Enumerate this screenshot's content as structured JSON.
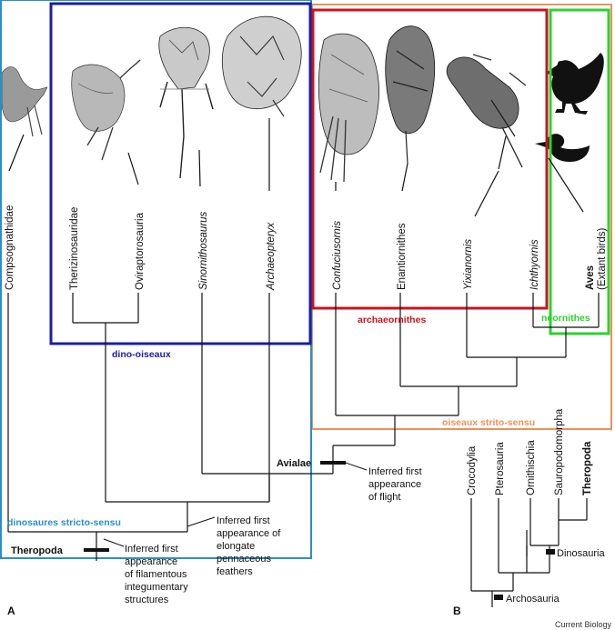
{
  "panel_a": {
    "letter": "A",
    "taxa": {
      "compsognathidae": "Compsognathidae",
      "therizinosauridae": "Therizinosauridae",
      "oviraptorosauria": "Oviraptorosauria",
      "sinornithosaurus": "Sinornithosaurus",
      "archaeopteryx": "Archaeopteryx",
      "confuciusornis": "Confuciusornis",
      "enantiornithes": "Enantiornithes",
      "yixianornis": "Yixianornis",
      "ichthyornis": "Ichthyornis",
      "aves": "Aves",
      "extant_birds": "(Extant birds)"
    },
    "nodes": {
      "avialae": "Avialae",
      "theropoda": "Theropoda"
    },
    "annotations": {
      "flight": [
        "Inferred first",
        "appearance",
        "of flight"
      ],
      "feathers": [
        "Inferred first",
        "appearance of",
        "elongate",
        "pennaceous",
        "feathers"
      ],
      "filaments": [
        "Inferred first",
        "appearance",
        "of filamentous",
        "integumentary",
        "structures"
      ]
    },
    "groups": {
      "dino_oiseaux": "dino-oiseaux",
      "archaeornithes": "archaeornithes",
      "neornithes": "neornithes",
      "strito_sensu": "oiseaux strito-sensu",
      "stricto_sensu": "dinosaures stricto-sensu"
    },
    "group_colors": {
      "dino_oiseaux": "#1a1fa0",
      "archaeornithes": "#c8141e",
      "neornithes": "#2fd12f",
      "strito_sensu": "#e8935a",
      "stricto_sensu": "#2a8fc8"
    }
  },
  "panel_b": {
    "letter": "B",
    "taxa": {
      "crocodylia": "Crocodylia",
      "pterosauria": "Pterosauria",
      "ornithischia": "Ornithischia",
      "sauropodomorpha": "Sauropodomorpha",
      "theropoda": "Theropoda"
    },
    "nodes": {
      "dinosauria": "Dinosauria",
      "archosauria": "Archosauria"
    }
  },
  "credit": "Current Biology"
}
